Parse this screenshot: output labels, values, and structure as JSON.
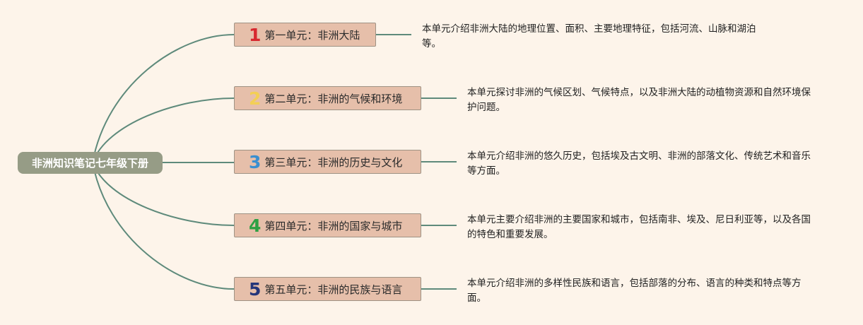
{
  "root": {
    "title": "非洲知识笔记七年级下册"
  },
  "colors": {
    "edge": "#5e8a7b",
    "root_fill": "#969c86",
    "unit_fill": "#e6bfaa",
    "background": "#fdf4ea"
  },
  "units": [
    {
      "number": "1",
      "number_color": "#d7282f",
      "title": "第一单元：非洲大陆",
      "description": "本单元介绍非洲大陆的地理位置、面积、主要地理特征，包括河流、山脉和湖泊等。"
    },
    {
      "number": "2",
      "number_color": "#f3cf55",
      "title": "第二单元：非洲的气候和环境",
      "description": "本单元探讨非洲的气候区划、气候特点，以及非洲大陆的动植物资源和自然环境保护问题。"
    },
    {
      "number": "3",
      "number_color": "#3b8fd0",
      "title": "第三单元：非洲的历史与文化",
      "description": "本单元介绍非洲的悠久历史，包括埃及古文明、非洲的部落文化、传统艺术和音乐等方面。"
    },
    {
      "number": "4",
      "number_color": "#2ea043",
      "title": "第四单元：非洲的国家与城市",
      "description": "本单元主要介绍非洲的主要国家和城市，包括南非、埃及、尼日利亚等，以及各国的特色和重要发展。"
    },
    {
      "number": "5",
      "number_color": "#24357a",
      "title": "第五单元：非洲的民族与语言",
      "description": "本单元介绍非洲的多样性民族和语言，包括部落的分布、语言的种类和特点等方面。"
    }
  ]
}
